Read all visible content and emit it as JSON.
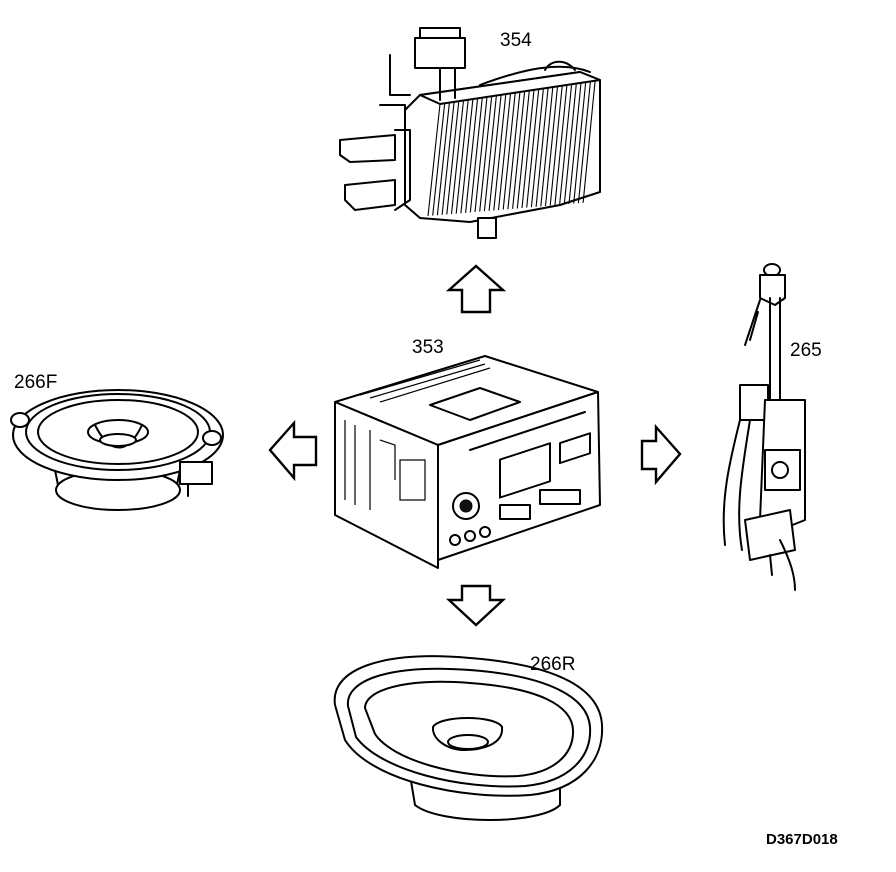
{
  "components": {
    "radio": {
      "label": "353"
    },
    "amplifier": {
      "label": "354"
    },
    "antenna": {
      "label": "265"
    },
    "front_speaker": {
      "label": "266F"
    },
    "rear_speaker": {
      "label": "266R"
    }
  },
  "figure_id": "D367D018"
}
